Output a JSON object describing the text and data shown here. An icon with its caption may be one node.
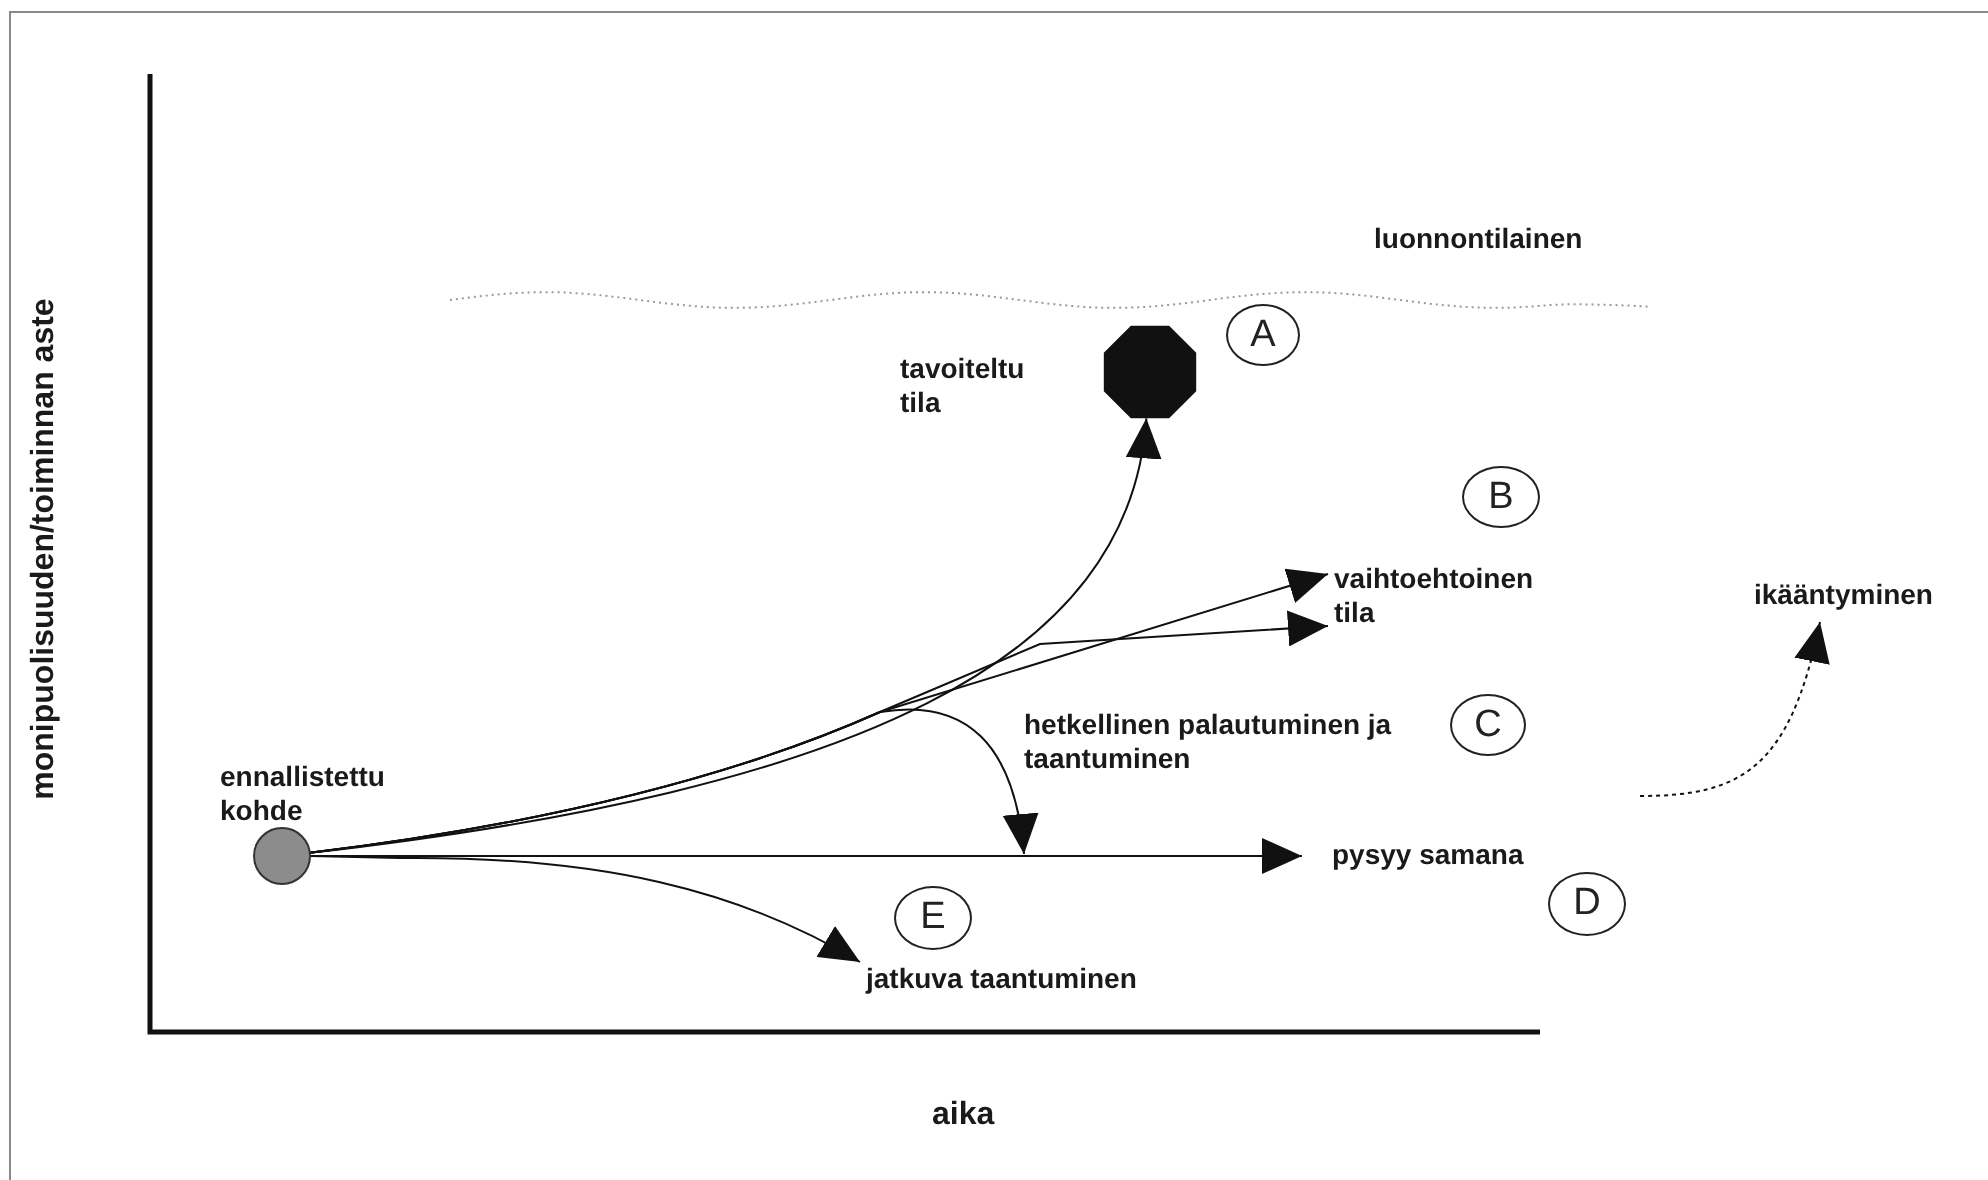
{
  "diagram": {
    "nodes": [
      {
        "text": [
          "ennallistettu kohde"
        ]
      },
      {
        "text": [
          "tavoiteltu tila"
        ]
      },
      {
        "text": [
          "vaihtoehtoinen tila"
        ]
      },
      {
        "text": [
          "pysyy samana"
        ]
      },
      {
        "text": [
          "jatkuva taantuminen"
        ]
      },
      {
        "text": [
          "ikääntyminen"
        ]
      },
      {
        "text": [
          "A"
        ]
      },
      {
        "text": [
          "B"
        ]
      },
      {
        "text": [
          "C"
        ]
      },
      {
        "text": [
          "D"
        ]
      },
      {
        "text": [
          "E"
        ]
      }
    ],
    "edges": [
      {
        "from": 0,
        "to": 1,
        "arrow": "to"
      },
      {
        "from": 0,
        "to": 2,
        "arrow": "to"
      },
      {
        "from": 0,
        "to": 2,
        "arrow": "to"
      },
      {
        "from": 0,
        "to": null,
        "arrow": "to",
        "label": "hetkellinen palautuminen ja taantuminen"
      },
      {
        "from": 0,
        "to": 3,
        "arrow": "to"
      },
      {
        "from": 0,
        "to": 4,
        "arrow": "to"
      },
      {
        "from": null,
        "to": 5,
        "arrow": "to",
        "style": "dashed"
      }
    ],
    "labels": [
      "luonnontilainen",
      "monipuolisuuden/toiminnan aste",
      "aika"
    ]
  }
}
